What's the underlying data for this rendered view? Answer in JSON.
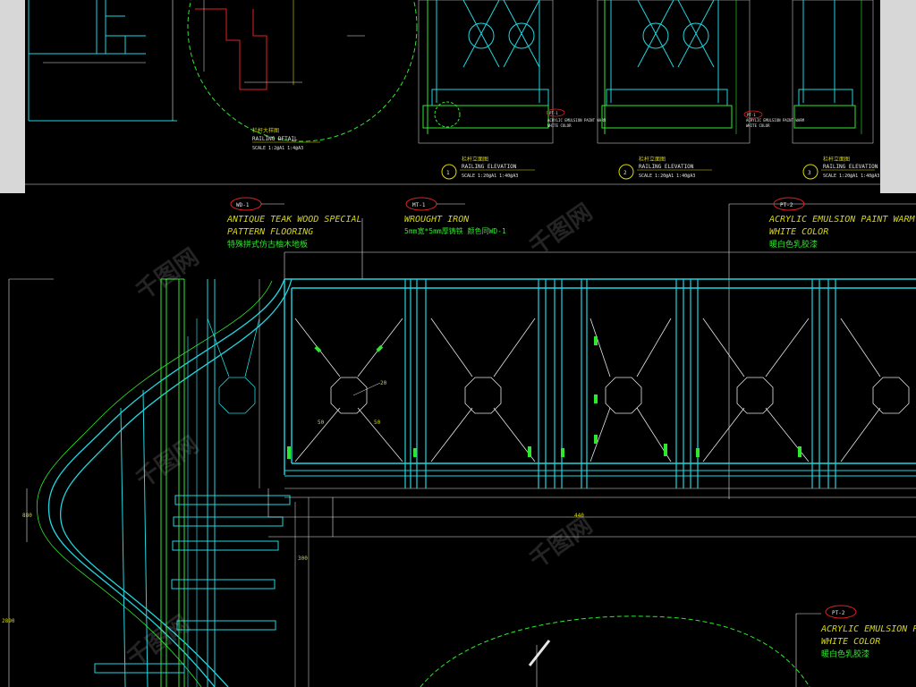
{
  "top": {
    "details": [
      {
        "cn": "栏杆大样图",
        "en": "RAILING DETAIL",
        "scale": "SCALE   1:2@A1  1:4@A3"
      }
    ],
    "elevations": [
      {
        "num": "1",
        "cn": "栏杆立面图",
        "en": "RAILING ELEVATION",
        "scale": "SCALE   1:20@A1  1:40@A3"
      },
      {
        "num": "2",
        "cn": "栏杆立面图",
        "en": "RAILING ELEVATION",
        "scale": "SCALE   1:20@A1  1:40@A3"
      },
      {
        "num": "3",
        "cn": "栏杆立面图",
        "en": "RAILING ELEVATION",
        "scale": "SCALE   1:20@A1  1:40@A3"
      }
    ],
    "small_notes": [
      {
        "tag": "PT-1",
        "line1": "ACRYLIC EMULSION PAINT WARM",
        "line2": "WHITE COLOR"
      },
      {
        "tag": "PT-1",
        "line1": "ACRYLIC EMULSION PAINT WARM",
        "line2": "WHITE COLOR"
      }
    ]
  },
  "callouts": [
    {
      "tag": "WD-1",
      "line1": "ANTIQUE TEAK WOOD SPECIAL",
      "line2": "PATTERN FLOORING",
      "line3": "特殊拼式仿古柚木地板"
    },
    {
      "tag": "MT-1",
      "line1": "WROUGHT IRON",
      "line2": "5mm宽*5mm厚铸铁 颜色同WD-1",
      "line3": ""
    },
    {
      "tag": "PT-2",
      "line1": "ACRYLIC EMULSION PAINT WARM",
      "line2": "WHITE COLOR",
      "line3": "暖白色乳胶漆"
    },
    {
      "tag": "PT-2",
      "line1": "ACRYLIC EMULSION PAINT",
      "line2": "WHITE COLOR",
      "line3": "暖白色乳胶漆"
    }
  ],
  "dimensions": {
    "d50a": "50",
    "d50b": "50",
    "d20": "20",
    "d880": "880",
    "d300": "300",
    "d440": "440",
    "d2890": "2890"
  },
  "watermark": "千图网",
  "colors": {
    "background": "#000000",
    "cyan": "#21d6e0",
    "green": "#2ee82e",
    "white": "#e6e6e6",
    "red": "#e02020",
    "yellow": "#d8d800"
  }
}
